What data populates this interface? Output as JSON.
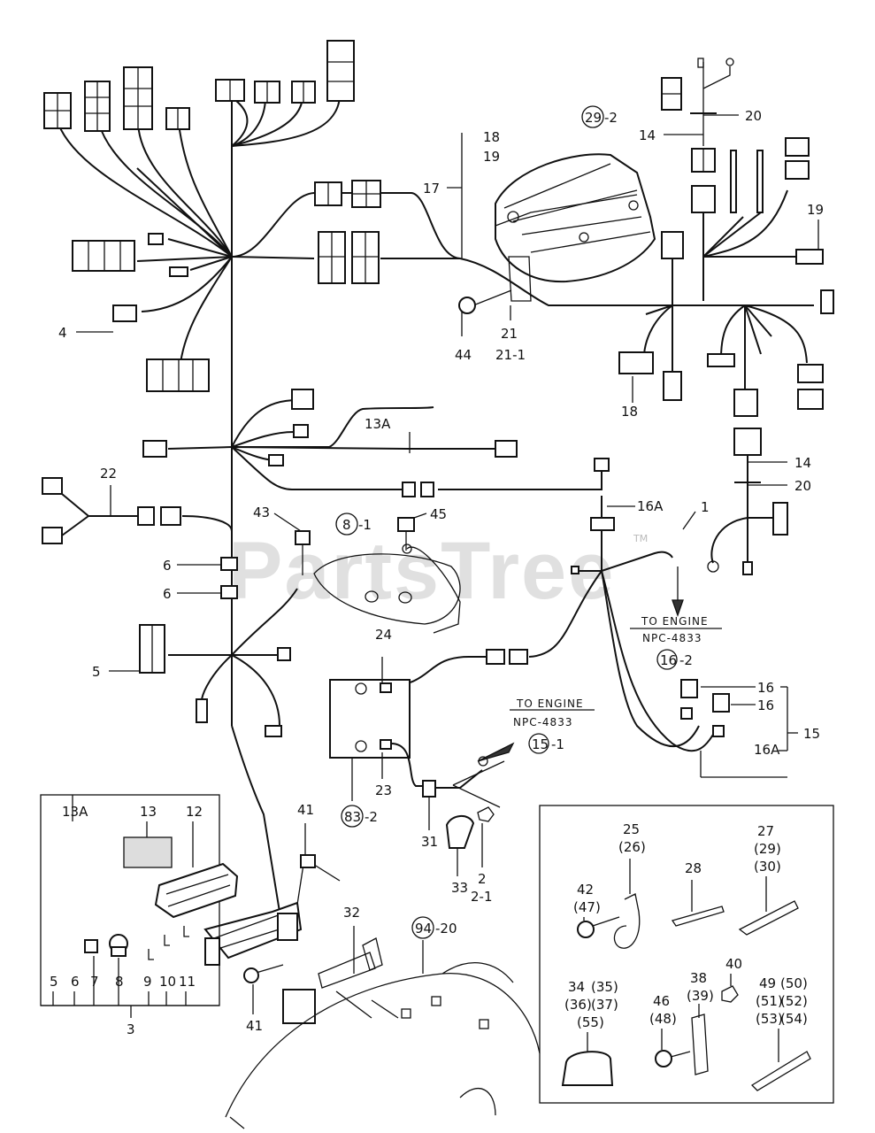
{
  "watermark": {
    "text": "PartsTree",
    "tm": "TM"
  },
  "engine_notes": [
    {
      "line1": "TO ENGINE",
      "line2": "NPC-4833",
      "ref": "16",
      "suffix": "-2"
    },
    {
      "line1": "TO ENGINE",
      "line2": "NPC-4833",
      "ref": "15",
      "suffix": "-1"
    }
  ],
  "circled_refs": [
    {
      "num": "29",
      "suffix": "-2"
    },
    {
      "num": "8",
      "suffix": "-1"
    },
    {
      "num": "83",
      "suffix": "-2"
    },
    {
      "num": "94",
      "suffix": "-20"
    }
  ],
  "part_labels": {
    "p4": "4",
    "p5": "5",
    "p6a": "6",
    "p6b": "6",
    "p22": "22",
    "p43": "43",
    "p45": "45",
    "p13a_main": "13A",
    "p17": "17",
    "p18a": "18",
    "p19a": "19",
    "p21": "21",
    "p21_1": "21-1",
    "p44": "44",
    "p14a": "14",
    "p20a": "20",
    "p19b": "19",
    "p18b": "18",
    "p14b": "14",
    "p20b": "20",
    "p16a_main": "16A",
    "p1": "1",
    "p24": "24",
    "p23": "23",
    "p16x": "16",
    "p16y": "16",
    "p15": "15",
    "p16a_b": "16A",
    "p41a": "41",
    "p41b": "41",
    "p31": "31",
    "p33": "33",
    "p2": "2",
    "p2_1": "2-1",
    "p32": "32"
  },
  "inset_left": {
    "top_labels": [
      "13A",
      "13",
      "12"
    ],
    "bottom_labels": [
      "5",
      "6",
      "7",
      "8",
      "9",
      "10",
      "11"
    ],
    "group_label": "3"
  },
  "inset_right": {
    "labels": {
      "r25": "25",
      "r26": "(26)",
      "r27": "27",
      "r29": "(29)",
      "r30": "(30)",
      "r42": "42",
      "r47": "(47)",
      "r28": "28",
      "r34": "34",
      "r35": "(35)",
      "r36": "(36)",
      "r37": "(37)",
      "r55": "(55)",
      "r38": "38",
      "r39": "(39)",
      "r40": "40",
      "r46": "46",
      "r48": "(48)",
      "r49": "49",
      "r50": "(50)",
      "r51": "(51)",
      "r52": "(52)",
      "r53": "(53)",
      "r54": "(54)"
    }
  }
}
